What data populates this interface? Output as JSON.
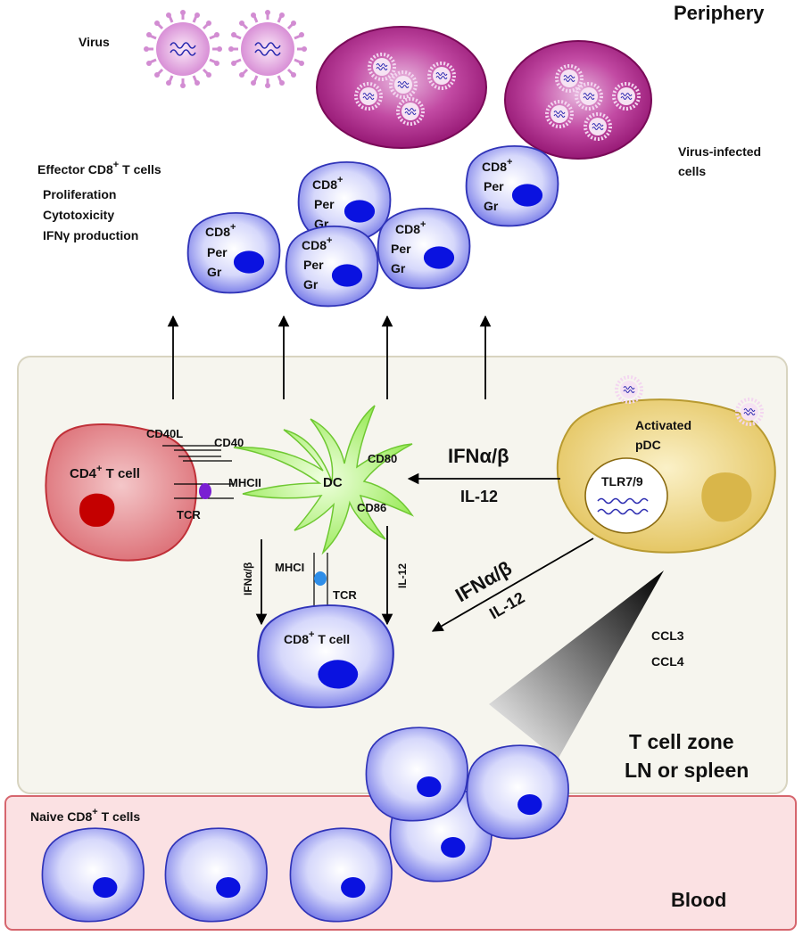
{
  "labels": {
    "periphery": "Periphery",
    "virus": "Virus",
    "virus_infected_1": "Virus-infected",
    "virus_infected_2": "cells",
    "effector_title": "Effector CD8",
    "effector_title_sup": "+",
    "effector_title_tail": " T cells",
    "effector_functions": [
      "Proliferation",
      "Cytotoxicity",
      "IFNγ production"
    ],
    "cd8": "CD8",
    "sup_plus": "+",
    "per": "Per",
    "gr": "Gr",
    "cd4_cell": "CD4",
    "cd4_cell_tail": " T cell",
    "cd40l": "CD40L",
    "cd40": "CD40",
    "mhcii": "MHCII",
    "tcr": "TCR",
    "dc": "DC",
    "cd80": "CD80",
    "cd86": "CD86",
    "mhci": "MHCI",
    "il12": "IL-12",
    "ifn_ab": "IFNα/β",
    "cd8_cell": "CD8",
    "cd8_cell_tail": " T cell",
    "activated": "Activated",
    "pdc": "pDC",
    "tlr": "TLR7/9",
    "ccl3": "CCL3",
    "ccl4": "CCL4",
    "zone_1": "T cell zone",
    "zone_2": "LN or spleen",
    "naive": "Naive CD8",
    "naive_tail": " T cells",
    "blood": "Blood"
  },
  "colors": {
    "zone_fill": "#f6f5ee",
    "blood_fill": "#fbe1e3",
    "virus_cell": "#a8197f",
    "tcell_body": "#7c80ec",
    "tcell_nucleus": "#0a12e0",
    "cd4_body": "#e27a80",
    "cd4_nucleus": "#c40000",
    "dc_body": "#a8f060",
    "pdc_body": "#e8cc68",
    "virion": "#d694d6"
  }
}
